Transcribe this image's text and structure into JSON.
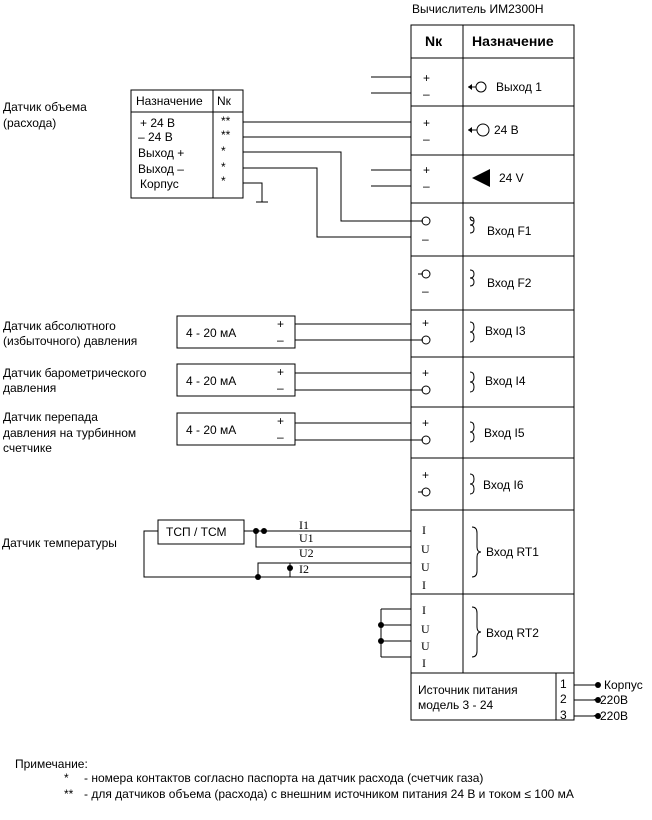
{
  "computer": {
    "title": "Вычислитель   ИМ2300Н",
    "col_nk": "Nк",
    "col_purpose": "Назначение",
    "rows": [
      {
        "pins": [
          "+",
          "–"
        ],
        "label": "Выход 1"
      },
      {
        "pins": [
          "+",
          "–"
        ],
        "label": "24 В"
      },
      {
        "pins": [
          "+",
          "–"
        ],
        "label": "24 V"
      },
      {
        "pins": [
          "",
          "–"
        ],
        "label": "Вход  F1"
      },
      {
        "pins": [
          "",
          "–"
        ],
        "label": "Вход  F2"
      },
      {
        "pins": [
          "+",
          ""
        ],
        "label": "Вход  I3"
      },
      {
        "pins": [
          "+",
          ""
        ],
        "label": "Вход  I4"
      },
      {
        "pins": [
          "+",
          ""
        ],
        "label": "Вход  I5"
      },
      {
        "pins": [
          "+",
          ""
        ],
        "label": "Вход  I6"
      },
      {
        "pins": [
          "I",
          "U",
          "U",
          "I"
        ],
        "label": "Вход RT1"
      },
      {
        "pins": [
          "I",
          "U",
          "U",
          "I"
        ],
        "label": "Вход RT2"
      }
    ]
  },
  "power": {
    "label_line1": "Источник питания",
    "label_line2": "модель 3 - 24",
    "pins": [
      "1",
      "2",
      "3"
    ],
    "terminals": [
      "Корпус",
      "~220В",
      "~220В"
    ]
  },
  "flow_sensor": {
    "title_line1": "Датчик объема",
    "title_line2": "(расхода)",
    "col_purpose": "Назначение",
    "col_nk": "Nк",
    "rows": [
      {
        "label": "+ 24 В",
        "nk": "**"
      },
      {
        "label": "– 24 В",
        "nk": "**"
      },
      {
        "label": "Выход +",
        "nk": "*"
      },
      {
        "label": "Выход –",
        "nk": "*"
      },
      {
        "label": "Корпус",
        "nk": "*"
      }
    ]
  },
  "pressure_sensors": [
    {
      "lines": [
        "Датчик  абсолютного",
        "(избыточного) давления"
      ],
      "range": "4 - 20 мА"
    },
    {
      "lines": [
        "Датчик барометрического",
        "давления"
      ],
      "range": "4 - 20 мА"
    },
    {
      "lines": [
        "Датчик перепада",
        "давления на турбинном",
        "счетчике"
      ],
      "range": "4 - 20 мА"
    }
  ],
  "temp_sensor": {
    "title": "Датчик температуры",
    "box": "ТСП / ТСМ",
    "wires": [
      "I1",
      "U1",
      "U2",
      "I2"
    ]
  },
  "notes": {
    "heading": "Примечание:",
    "n1_mark": "*",
    "n1_text": "- номера контактов согласно паспорта на датчик расхода (счетчик газа)",
    "n2_mark": "**",
    "n2_text": "- для датчиков объема (расхода) с внешним источником питания 24 В и током ≤ 100 мА"
  }
}
